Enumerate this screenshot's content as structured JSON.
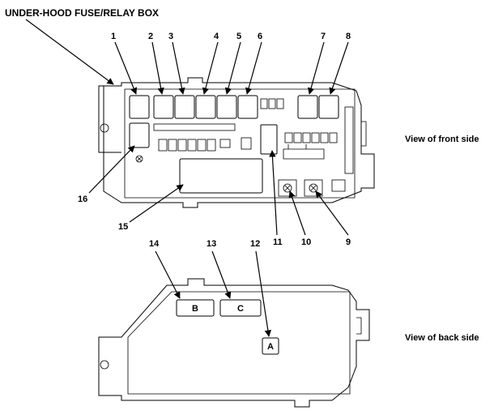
{
  "title": "UNDER-HOOD FUSE/RELAY BOX",
  "front_label": "View of front side",
  "back_label": "View of back side",
  "callouts": [
    "1",
    "2",
    "3",
    "4",
    "5",
    "6",
    "7",
    "8",
    "9",
    "10",
    "11",
    "12",
    "13",
    "14",
    "15",
    "16"
  ],
  "connectors": [
    "A",
    "B",
    "C"
  ]
}
